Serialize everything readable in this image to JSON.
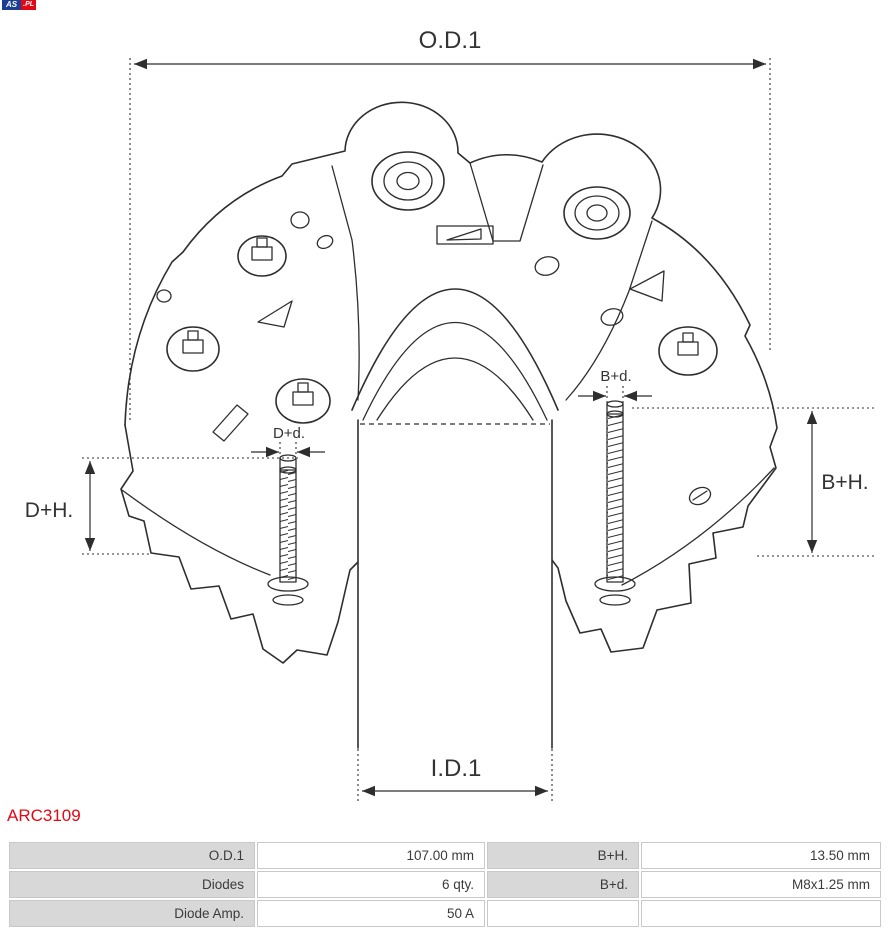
{
  "logo": {
    "as": "AS",
    "pl": ".PL"
  },
  "part_number": "ARC3109",
  "drawing": {
    "labels": {
      "od1": "O.D.1",
      "id1": "I.D.1",
      "dh": "D+H.",
      "bh": "B+H.",
      "dd": "D+d.",
      "bd": "B+d."
    }
  },
  "table": {
    "rows": [
      {
        "c1": "O.D.1",
        "c2": "107.00 mm",
        "c3": "B+H.",
        "c4": "13.50 mm"
      },
      {
        "c1": "Diodes",
        "c2": "6 qty.",
        "c3": "B+d.",
        "c4": "M8x1.25 mm"
      },
      {
        "c1": "Diode Amp.",
        "c2": "50 A",
        "c3": "",
        "c4": ""
      }
    ]
  },
  "colors": {
    "accent_red": "#e30613",
    "table_label_bg": "#d8d8d8",
    "table_border": "#c9c9c9",
    "line_color": "#2e2e2e",
    "logo_blue": "#1b3f94",
    "logo_red": "#e30613"
  }
}
